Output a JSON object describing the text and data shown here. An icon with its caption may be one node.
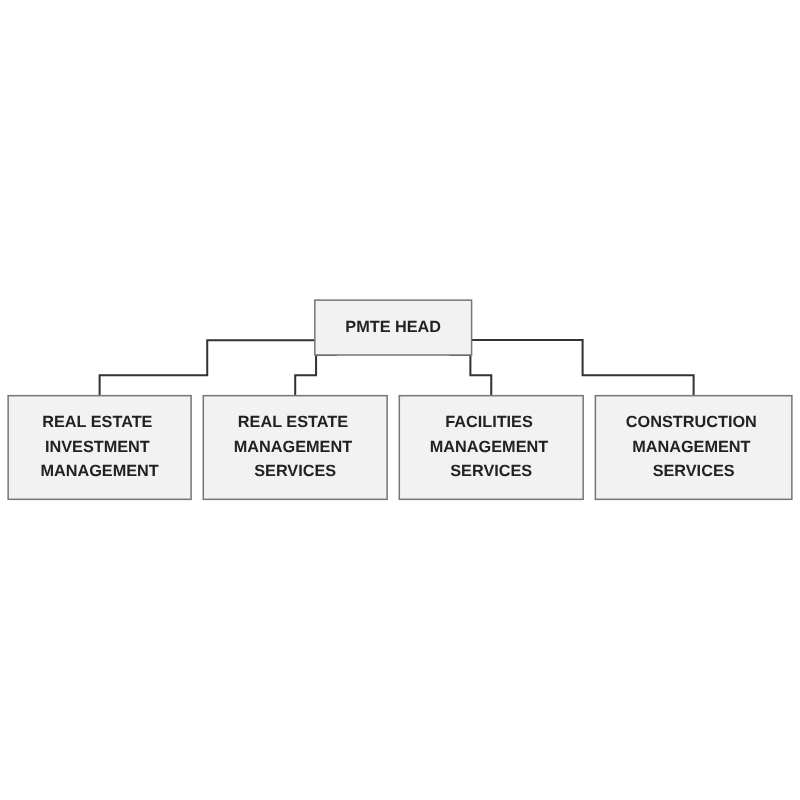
{
  "diagram": {
    "nodes": [
      {
        "text": [
          "PMTE HEAD"
        ]
      },
      {
        "text": [
          "REAL ESTATE INVESTMENT MANAGEMENT"
        ]
      },
      {
        "text": [
          "REAL ESTATE MANAGEMENT SERVICES"
        ]
      },
      {
        "text": [
          "FACILITIES MANAGEMENT SERVICES"
        ]
      },
      {
        "text": [
          "CONSTRUCTION MANAGEMENT SERVICES"
        ]
      }
    ],
    "edges": [
      {
        "from": 0,
        "to": 1,
        "arrow": "none"
      },
      {
        "from": 0,
        "to": 2,
        "arrow": "none"
      },
      {
        "from": 0,
        "to": 3,
        "arrow": "none"
      },
      {
        "from": 0,
        "to": 4,
        "arrow": "none"
      }
    ]
  }
}
